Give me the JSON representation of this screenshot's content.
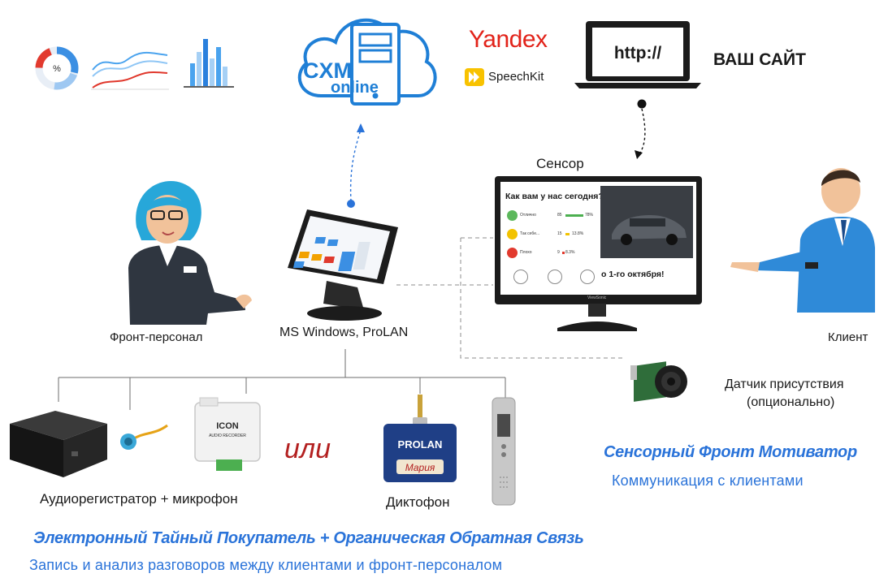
{
  "colors": {
    "accent": "#2a73d9",
    "cloud": "#1f7fd6",
    "ink": "#1a1a1a",
    "screen_bg": "#ffffff",
    "connector": "#9a9a9a"
  },
  "icons": [
    "donut-chart-icon",
    "line-chart-icon",
    "bar-chart-icon",
    "cloud-server-icon",
    "laptop-icon",
    "pos-terminal-icon",
    "touch-monitor-icon",
    "audio-recorder-icon",
    "microphone-icon",
    "audio-module-icon",
    "badge-recorder-icon",
    "voice-recorder-icon",
    "presence-sensor-icon"
  ],
  "top": {
    "donut_label": "%",
    "cloud_brand_1": "CXM",
    "cloud_brand_2": "online",
    "yandex": "Yandex",
    "speechkit": "SpeechKit",
    "laptop_text": "http://",
    "site_label": "ВАШ САЙТ"
  },
  "labels": {
    "front_staff": "Фронт-персонал",
    "pos": "MS Windows, ProLAN",
    "sensor": "Сенсор",
    "client": "Клиент",
    "presence_sensor": "Датчик присутствия",
    "presence_sensor_2": "(опционально)",
    "audio_recorder": "Аудиорегистратор + микрофон",
    "dictaphone": "Диктофон",
    "or": "или"
  },
  "sensor_screen": {
    "question": "Как вам у нас сегодня?",
    "rows": [
      {
        "label": "Отлично",
        "count": "85",
        "pct": "78%"
      },
      {
        "label": "Так себе...",
        "count": "15",
        "pct": "13.8%"
      },
      {
        "label": "Плохо",
        "count": "9",
        "pct": "8.3%"
      }
    ],
    "promo": "о 1-го октября!",
    "brand": "ViewSonic"
  },
  "devices": {
    "module_title": "ICON",
    "module_sub": "AUDIO RECORDER",
    "badge_brand": "PROLAN",
    "badge_name": "Мария"
  },
  "captions": {
    "left_title": "Электронный Тайный Покупатель + Органическая Обратная Связь",
    "left_sub": "Запись и анализ разговоров между клиентами и фронт-персоналом",
    "right_title": "Сенсорный Фронт Мотиватор",
    "right_sub": "Коммуникация с клиентами"
  }
}
